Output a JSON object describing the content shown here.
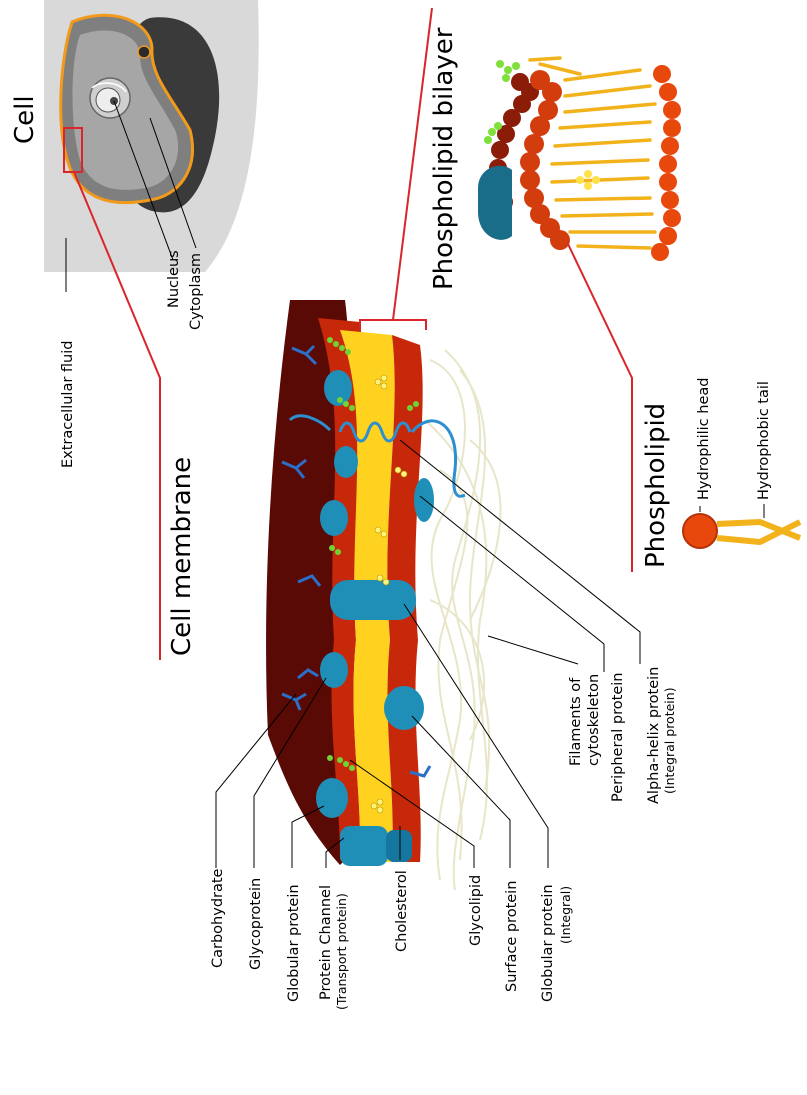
{
  "titles": {
    "cell": "Cell",
    "cell_membrane": "Cell membrane",
    "phospholipid_bilayer": "Phospholipid bilayer",
    "phospholipid": "Phospholipid"
  },
  "cell_labels": {
    "extracellular_fluid": "Extracellular fluid",
    "nucleus": "Nucleus",
    "cytoplasm": "Cytoplasm"
  },
  "phospholipid_labels": {
    "hydrophilic_head": "Hydrophilic head",
    "hydrophobic_tail": "Hydrophobic tail"
  },
  "membrane_labels": {
    "carbohydrate": "Carbohydrate",
    "glycoprotein": "Glycoprotein",
    "globular_protein": "Globular protein",
    "protein_channel": "Protein Channel",
    "protein_channel_sub": "(Transport protein)",
    "cholesterol": "Cholesterol",
    "glycolipid": "Glycolipid",
    "surface_protein": "Surface protein",
    "globular_protein_integral": "Globular protein",
    "globular_protein_integral_sub": "(Integral)",
    "filaments_line1": "Filaments of",
    "filaments_line2": "cytoskeleton",
    "peripheral_protein": "Peripheral protein",
    "alpha_helix_protein": "Alpha-helix protein",
    "alpha_helix_protein_sub": "(Integral protein)"
  },
  "colors": {
    "accent_red": "#d9252b",
    "membrane_dark": "#5a0a04",
    "membrane_red": "#c8280a",
    "lipid_yellow": "#ffd21f",
    "protein_teal": "#1f8fb8",
    "carbohydrate_blue": "#2b6fc9",
    "glyco_green": "#6fd336",
    "cell_gray": "#d9d9d9",
    "cytoplasm_gray": "#9a9a9a",
    "head_orange": "#e8480c",
    "tail_gold": "#f2b21b"
  }
}
